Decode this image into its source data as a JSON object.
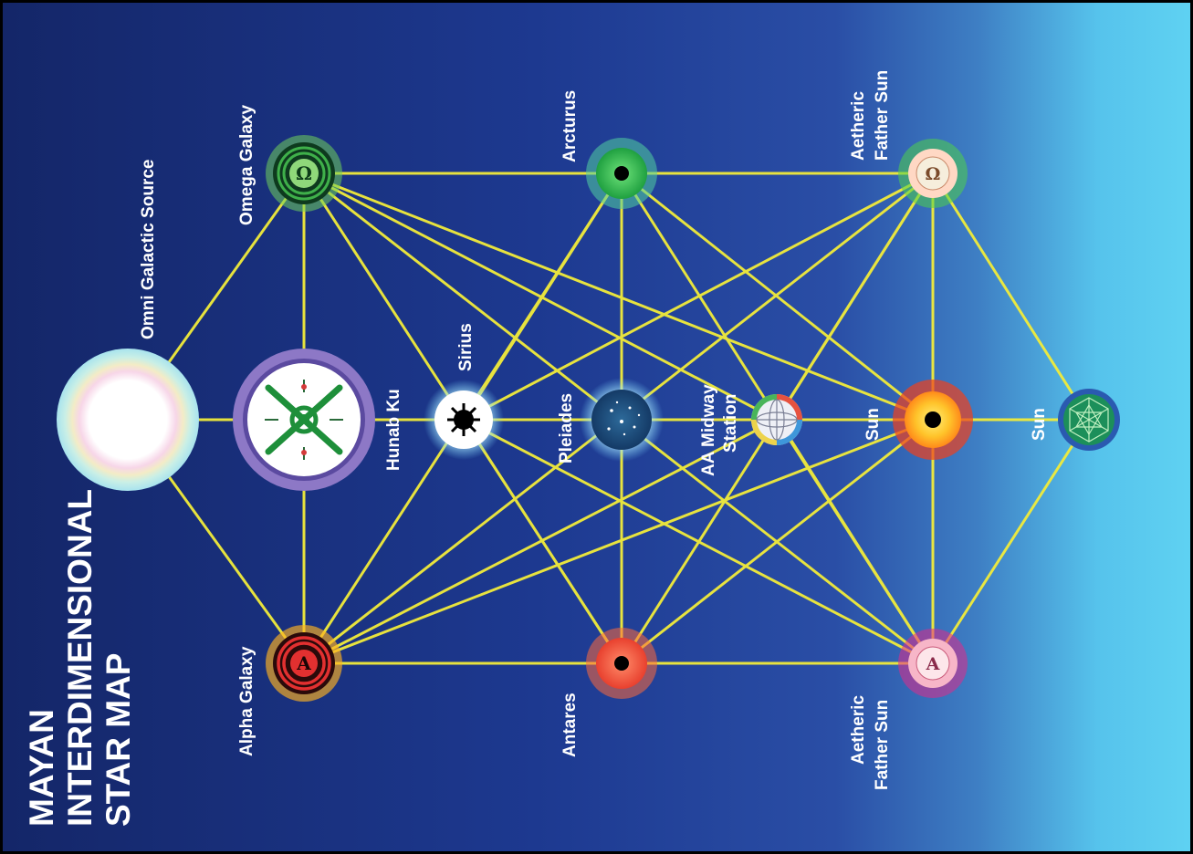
{
  "title": {
    "line1": "MAYAN",
    "line2": "INTERDIMENSIONAL",
    "line3": "STAR MAP"
  },
  "labels": {
    "omni": "Omni Galactic Source",
    "omega": "Omega Galaxy",
    "alpha": "Alpha Galaxy",
    "hunab": "Hunab Ku",
    "sirius": "Sirius",
    "pleiades": "Pleiades",
    "arcturus": "Arcturus",
    "antares": "Antares",
    "aa_line1": "AA Midway",
    "aa_line2": "Station",
    "sun_inner": "Sun",
    "sun_outer": "Sun",
    "afs_top_line1": "Aetheric",
    "afs_top_line2": "Father Sun",
    "afs_bottom_line1": "Aetheric",
    "afs_bottom_line2": "Father Sun"
  },
  "symbols": {
    "omega": "Ω",
    "alpha": "A"
  },
  "icons": {
    "omni": "glowing-orb-icon",
    "omega": "omega-spiral-icon",
    "alpha": "alpha-spiral-icon",
    "hunab": "hunab-ku-glyph-icon",
    "sirius": "sirius-sun-icon",
    "pleiades": "star-cluster-icon",
    "arcturus": "arcturus-star-icon",
    "antares": "antares-star-icon",
    "aa": "midway-sphere-icon",
    "sun": "sun-icon",
    "crystal": "crystal-grid-icon",
    "aetheric": "aetheric-sun-icon"
  },
  "colors": {
    "line": "#f2ec3a",
    "background_dark": "#172a6f",
    "background_mid": "#1f3c94",
    "background_light": "#5bd0f0",
    "text": "#ffffff"
  }
}
